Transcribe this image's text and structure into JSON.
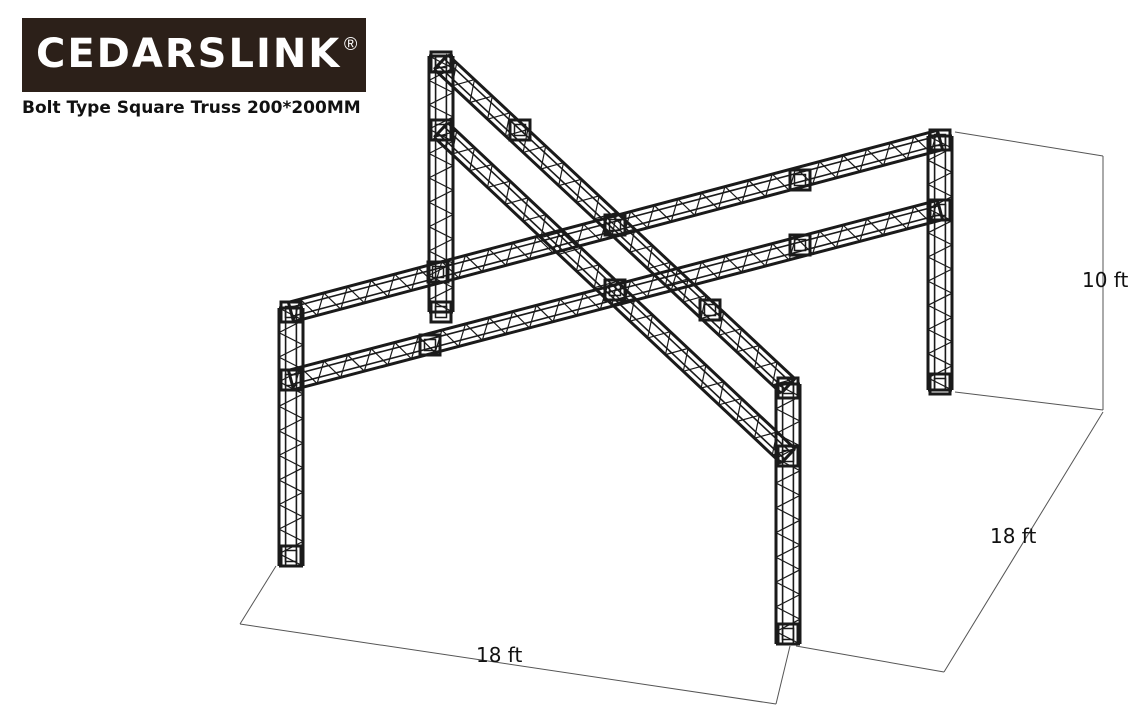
{
  "logo": {
    "text": "CEDARSLINK",
    "registered": "®",
    "background": "#2c2019"
  },
  "subtitle": "Bolt Type Square Truss 200*200MM",
  "dimensions": {
    "height": "10 ft",
    "depth": "18 ft",
    "width": "18 ft"
  },
  "truss_color": "#1a1a1a",
  "dimension_line_color": "#555555"
}
